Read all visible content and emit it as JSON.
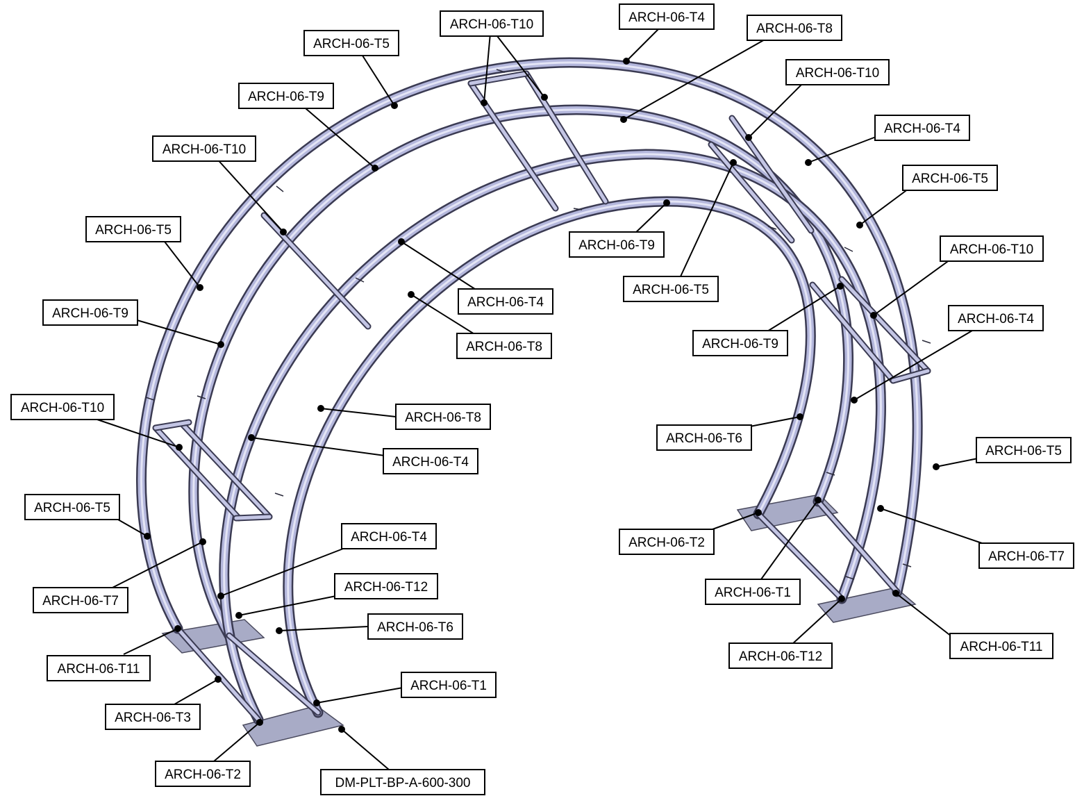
{
  "labels": [
    {
      "id": "L1",
      "text": "ARCH-06-T4"
    },
    {
      "id": "L2",
      "text": "ARCH-06-T10"
    },
    {
      "id": "L3",
      "text": "ARCH-06-T8"
    },
    {
      "id": "L4",
      "text": "ARCH-06-T5"
    },
    {
      "id": "L5",
      "text": "ARCH-06-T10"
    },
    {
      "id": "L6",
      "text": "ARCH-06-T9"
    },
    {
      "id": "L7",
      "text": "ARCH-06-T4"
    },
    {
      "id": "L8",
      "text": "ARCH-06-T10"
    },
    {
      "id": "L9",
      "text": "ARCH-06-T5"
    },
    {
      "id": "L10",
      "text": "ARCH-06-T5"
    },
    {
      "id": "L11",
      "text": "ARCH-06-T9"
    },
    {
      "id": "L12",
      "text": "ARCH-06-T10"
    },
    {
      "id": "L13",
      "text": "ARCH-06-T9"
    },
    {
      "id": "L14",
      "text": "ARCH-06-T4"
    },
    {
      "id": "L15",
      "text": "ARCH-06-T5"
    },
    {
      "id": "L16",
      "text": "ARCH-06-T8"
    },
    {
      "id": "L17",
      "text": "ARCH-06-T9"
    },
    {
      "id": "L18",
      "text": "ARCH-06-T4"
    },
    {
      "id": "L19",
      "text": "ARCH-06-T10"
    },
    {
      "id": "L20",
      "text": "ARCH-06-T8"
    },
    {
      "id": "L21",
      "text": "ARCH-06-T4"
    },
    {
      "id": "L22",
      "text": "ARCH-06-T6"
    },
    {
      "id": "L23",
      "text": "ARCH-06-T5"
    },
    {
      "id": "L24",
      "text": "ARCH-06-T5"
    },
    {
      "id": "L25",
      "text": "ARCH-06-T4"
    },
    {
      "id": "L26",
      "text": "ARCH-06-T2"
    },
    {
      "id": "L27",
      "text": "ARCH-06-T7"
    },
    {
      "id": "L28",
      "text": "ARCH-06-T12"
    },
    {
      "id": "L29",
      "text": "ARCH-06-T7"
    },
    {
      "id": "L30",
      "text": "ARCH-06-T1"
    },
    {
      "id": "L31",
      "text": "ARCH-06-T6"
    },
    {
      "id": "L32",
      "text": "ARCH-06-T11"
    },
    {
      "id": "L33",
      "text": "ARCH-06-T11"
    },
    {
      "id": "L34",
      "text": "ARCH-06-T12"
    },
    {
      "id": "L35",
      "text": "ARCH-06-T1"
    },
    {
      "id": "L36",
      "text": "ARCH-06-T3"
    },
    {
      "id": "L37",
      "text": "ARCH-06-T2"
    },
    {
      "id": "L38",
      "text": "DM-PLT-BP-A-600-300"
    }
  ],
  "colors": {
    "tube": "#b4b7dc",
    "tube_edge": "#3a3a52",
    "base_plate": "#a8abc6",
    "label_border": "#000000",
    "background": "#ffffff"
  }
}
